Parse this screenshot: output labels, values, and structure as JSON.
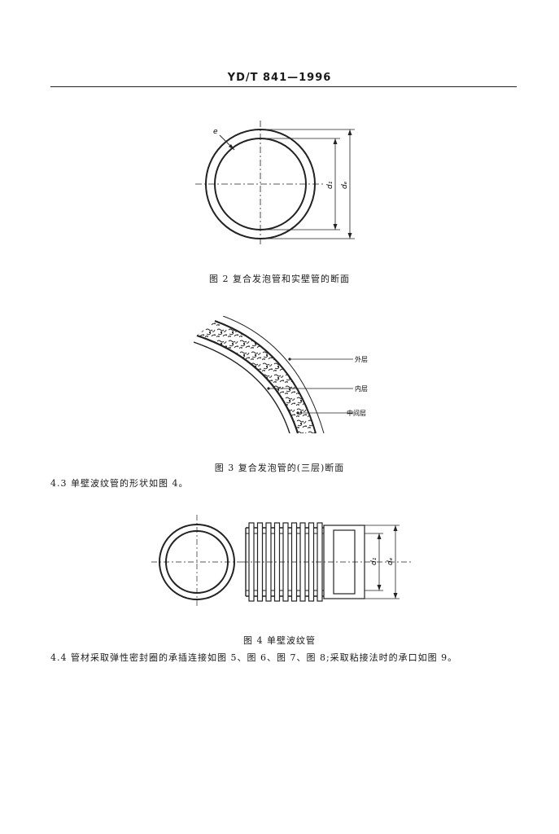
{
  "header": {
    "standard": "YD/T 841—1996"
  },
  "figure2": {
    "caption": "图 2   复合发泡管和实壁管的断面",
    "labels": {
      "e": "e",
      "d1": "d₁",
      "de": "dₑ"
    }
  },
  "figure3": {
    "caption": "图 3   复合发泡管的(三层)断面",
    "labels": {
      "outer": "外层",
      "inner": "内层",
      "middle": "中间层"
    }
  },
  "para43": "4.3   单壁波纹管的形状如图 4。",
  "figure4": {
    "caption": "图 4   单壁波纹管",
    "labels": {
      "d1": "d₁",
      "de": "dₑ"
    }
  },
  "para44": "4.4   管材采取弹性密封圈的承插连接如图 5、图 6、图 7、图 8;采取粘接法时的承口如图 9。"
}
